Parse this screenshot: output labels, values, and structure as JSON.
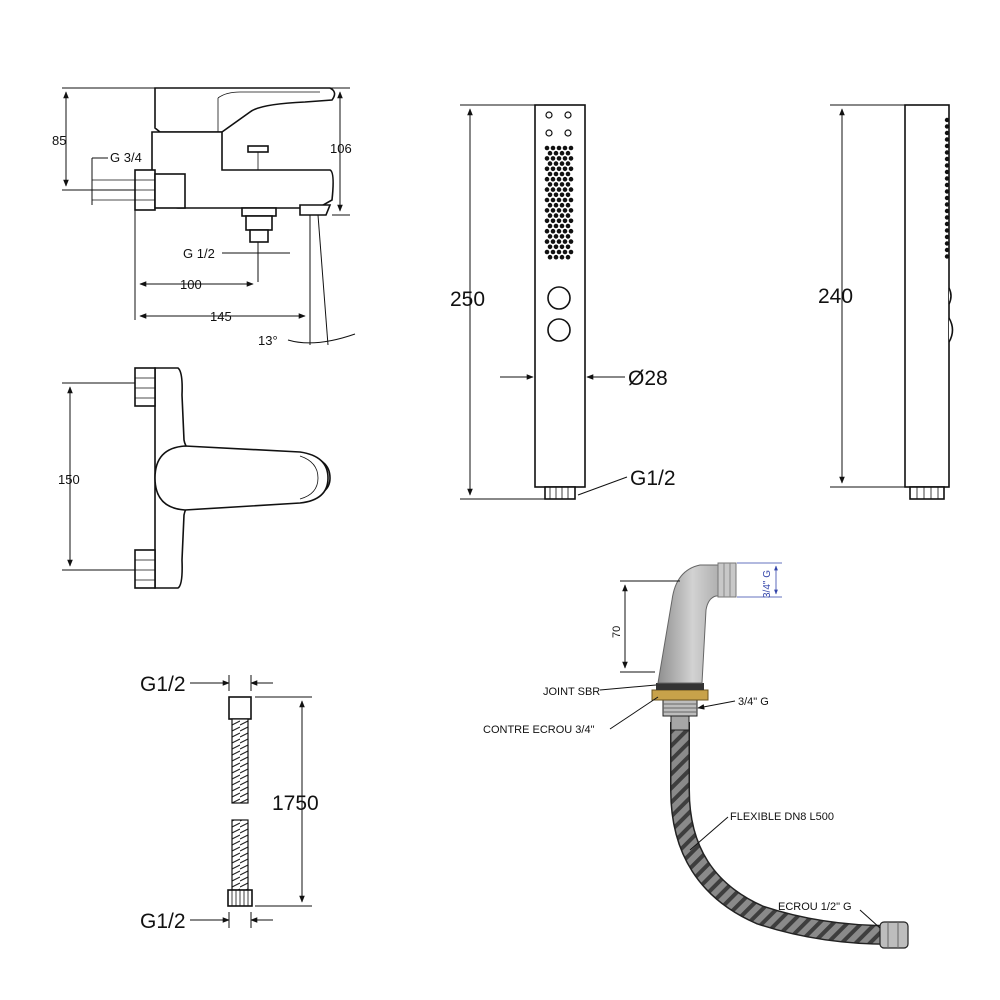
{
  "mixer": {
    "dim_height_85": "85",
    "dim_height_106": "106",
    "thread_inlet": "G 3/4",
    "thread_outlet": "G 1/2",
    "dim_100": "100",
    "dim_145": "145",
    "angle": "13°",
    "dim_150": "150"
  },
  "handshower": {
    "length_250": "250",
    "length_240": "240",
    "diameter": "Ø28",
    "thread": "G1/2"
  },
  "hose": {
    "thread_top": "G1/2",
    "thread_bottom": "G1/2",
    "length": "1750"
  },
  "diverter": {
    "height": "70",
    "thread_top": "3/4\" G",
    "joint": "JOINT SBR",
    "thread_side": "3/4\" G",
    "nut": "CONTRE ECROU 3/4\"",
    "flexible": "FLEXIBLE DN8 L500",
    "end_nut": "ECROU 1/2\" G"
  },
  "colors": {
    "line": "#111111",
    "grey_body": "#b5b5b5",
    "brass": "#c8a24a",
    "hose_dark": "#555555",
    "blue_dim": "#3344aa"
  }
}
